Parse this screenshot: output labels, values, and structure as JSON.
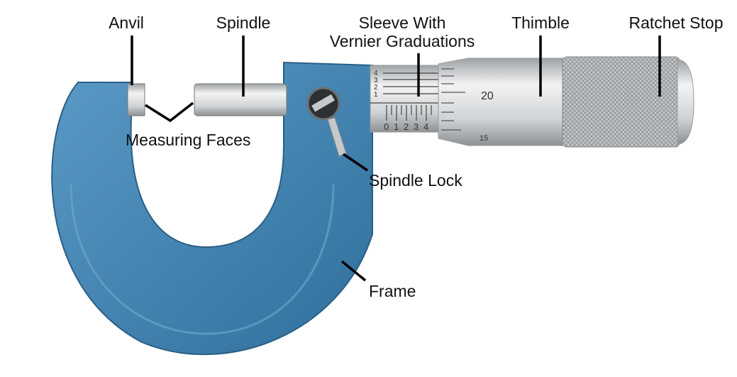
{
  "labels": {
    "anvil": "Anvil",
    "spindle": "Spindle",
    "sleeve_line1": "Sleeve With",
    "sleeve_line2": "Vernier Graduations",
    "thimble": "Thimble",
    "ratchet_stop": "Ratchet Stop",
    "measuring_faces": "Measuring Faces",
    "spindle_lock": "Spindle Lock",
    "frame": "Frame"
  },
  "scale": {
    "vernier": [
      "4",
      "3",
      "2",
      "1"
    ],
    "sleeve": [
      "0",
      "1",
      "2",
      "3",
      "4"
    ],
    "thimble_major": "20",
    "thimble_minor": "15"
  },
  "colors": {
    "frame": "#4a88b5",
    "metal": "#c9ccce"
  }
}
